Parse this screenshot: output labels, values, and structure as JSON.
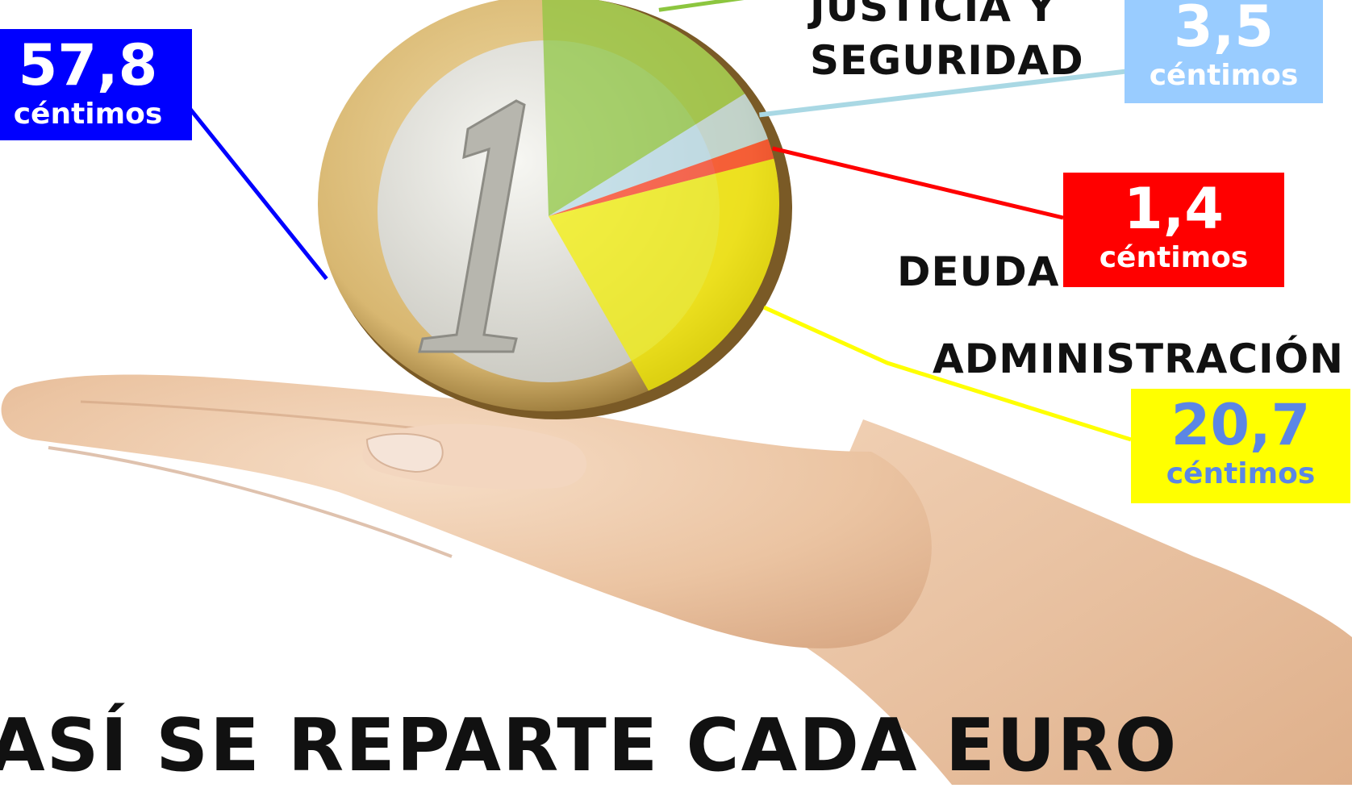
{
  "chart_data": {
    "type": "pie",
    "title": "ASÍ SE REPARTE CADA EURO",
    "unit": "céntimos",
    "slices": [
      {
        "label": "",
        "value": 57.8,
        "display": "57,8",
        "color": "#0000ff",
        "fill": "#eeeeee",
        "text_color": "#ffffff"
      },
      {
        "label": "JUSTICIA Y SEGURIDAD",
        "value": 16.6,
        "color": "#8dc63f",
        "fill": "#8dc63f"
      },
      {
        "label": "",
        "value": 3.5,
        "display": "3,5",
        "color": "#99ccff",
        "fill": "#b9dcea",
        "text_color": "#ffffff"
      },
      {
        "label": "DEUDA",
        "value": 1.4,
        "display": "1,4",
        "color": "#ff0000",
        "fill": "#ff3b1f",
        "text_color": "#ffffff"
      },
      {
        "label": "ADMINISTRACIÓN",
        "value": 20.7,
        "display": "20,7",
        "color": "#ffff00",
        "fill": "#f4f000",
        "text_color": "#5b86e5"
      }
    ]
  }
}
